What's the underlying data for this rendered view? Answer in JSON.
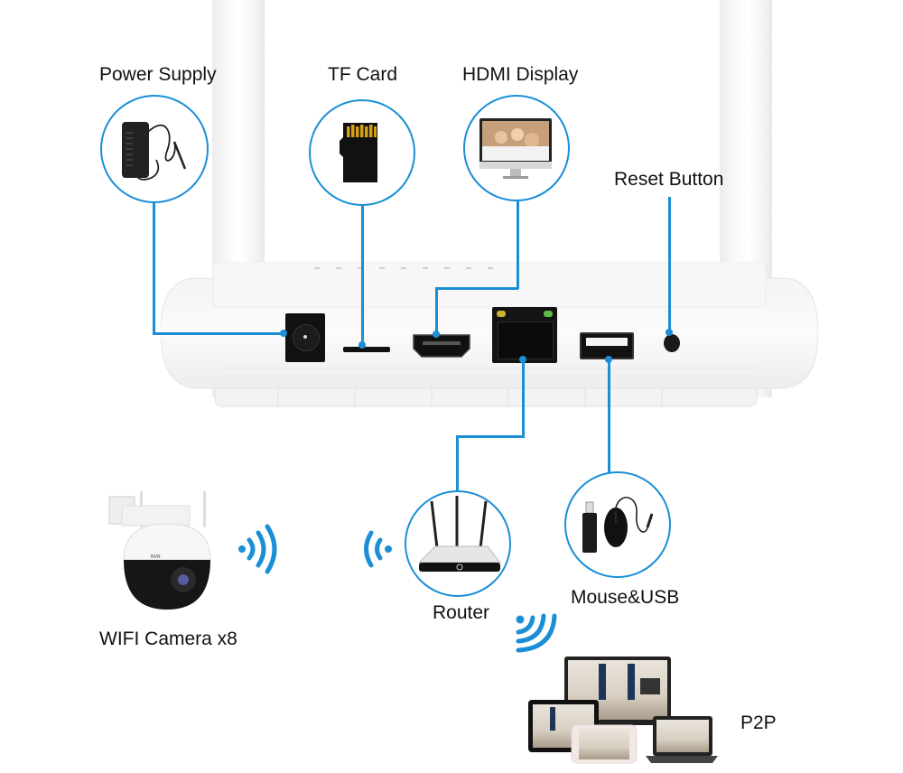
{
  "diagram": {
    "title": "NVR connection diagram",
    "accent_color": "#1a8fd6",
    "device": {
      "name": "NVR",
      "ports": [
        {
          "id": "power",
          "name": "DC power jack"
        },
        {
          "id": "tf",
          "name": "TF card slot"
        },
        {
          "id": "hdmi",
          "name": "HDMI port"
        },
        {
          "id": "lan",
          "name": "LAN port"
        },
        {
          "id": "usb",
          "name": "USB port"
        },
        {
          "id": "reset",
          "name": "Reset button"
        }
      ]
    },
    "callouts": {
      "power_supply": {
        "label": "Power Supply",
        "icon": "power-adapter-icon",
        "connects_to": "power"
      },
      "tf_card": {
        "label": "TF Card",
        "icon": "microsd-card-icon",
        "connects_to": "tf"
      },
      "hdmi_display": {
        "label": "HDMI Display",
        "icon": "monitor-icon",
        "connects_to": "hdmi"
      },
      "reset_button": {
        "label": "Reset Button",
        "connects_to": "reset"
      },
      "router": {
        "label": "Router",
        "icon": "router-icon",
        "connects_to": "lan"
      },
      "mouse_usb": {
        "label": "Mouse&USB",
        "icon": "mouse-usb-icon",
        "connects_to": "usb"
      },
      "wifi_camera": {
        "label": "WIFI Camera x8",
        "icon": "ptz-camera-icon"
      },
      "p2p": {
        "label": "P2P",
        "icon": "multi-device-icon"
      }
    },
    "wireless_links": [
      "camera-to-nvr",
      "router-wifi",
      "p2p-wifi"
    ]
  }
}
